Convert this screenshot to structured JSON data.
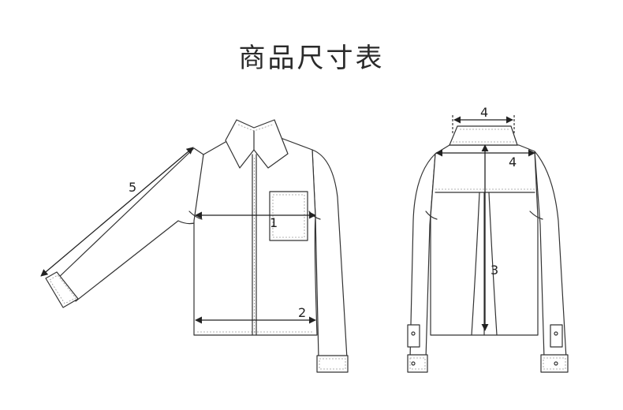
{
  "title": "商品尺寸表",
  "colors": {
    "line": "#333333",
    "stitch": "#9a9a9a",
    "text": "#2a2a2a"
  },
  "front": {
    "labels": {
      "chest": "1",
      "hem": "2",
      "sleeve": "5"
    }
  },
  "back": {
    "labels": {
      "length": "3",
      "collar": "4",
      "shoulder": "4"
    }
  }
}
